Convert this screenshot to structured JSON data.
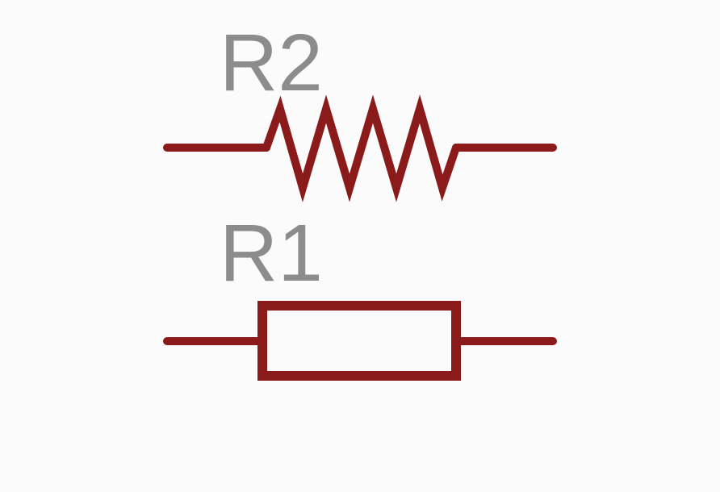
{
  "colors": {
    "background": "#fbfbfb",
    "wire": "#8b1a1a",
    "label": "#8c8c8c"
  },
  "symbols": [
    {
      "id": "r2",
      "style": "zigzag",
      "label": "R2"
    },
    {
      "id": "r1",
      "style": "rectangle",
      "label": "R1"
    }
  ]
}
